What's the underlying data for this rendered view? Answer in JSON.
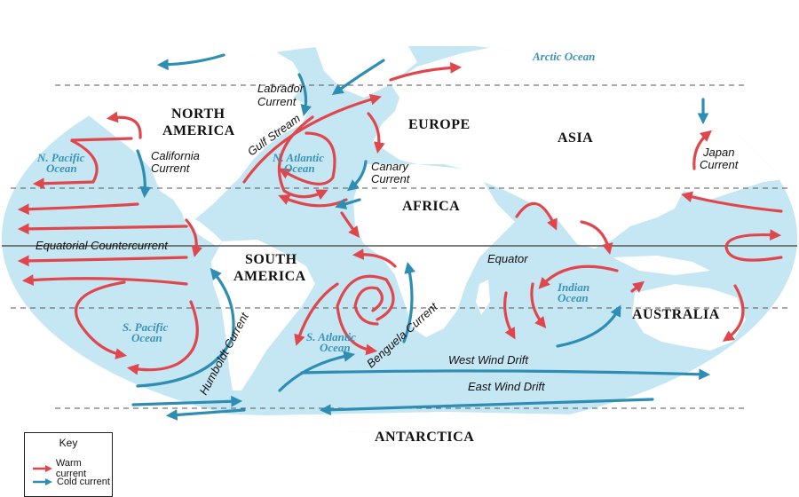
{
  "continents": {
    "north_america": [
      "NORTH",
      "AMERICA"
    ],
    "south_america": [
      "SOUTH",
      "AMERICA"
    ],
    "europe": "EUROPE",
    "asia": "ASIA",
    "africa": "AFRICA",
    "australia": "AUSTRALIA",
    "antarctica": "ANTARCTICA"
  },
  "oceans": {
    "arctic": "Arctic Ocean",
    "n_pacific": [
      "N. Pacific",
      "Ocean"
    ],
    "n_atlantic": [
      "N. Atlantic",
      "Ocean"
    ],
    "s_pacific": [
      "S. Pacific",
      "Ocean"
    ],
    "s_atlantic": [
      "S. Atlantic",
      "Ocean"
    ],
    "indian": [
      "Indian",
      "Ocean"
    ]
  },
  "currents": {
    "labrador": [
      "Labrador",
      "Current"
    ],
    "gulf_stream": "Gulf Stream",
    "california": [
      "California",
      "Current"
    ],
    "canary": [
      "Canary",
      "Current"
    ],
    "japan": [
      "Japan",
      "Current"
    ],
    "equatorial_countercurrent": "Equatorial Countercurrent",
    "equator": "Equator",
    "humboldt": "Humboldt Current",
    "benguela": "Benguela Current",
    "west_wind_drift": "West Wind Drift",
    "east_wind_drift": "East Wind Drift"
  },
  "key": {
    "title": "Key",
    "warm_label": "Warm current",
    "cold_label": "Cold current",
    "warm_color": "#e0474c",
    "cold_color": "#2e8db3"
  },
  "colors": {
    "ocean": "#c5e6f3",
    "land": "#ffffff",
    "warm": "#e0474c",
    "cold": "#2e8db3",
    "ocean_label": "#3c93b8"
  }
}
